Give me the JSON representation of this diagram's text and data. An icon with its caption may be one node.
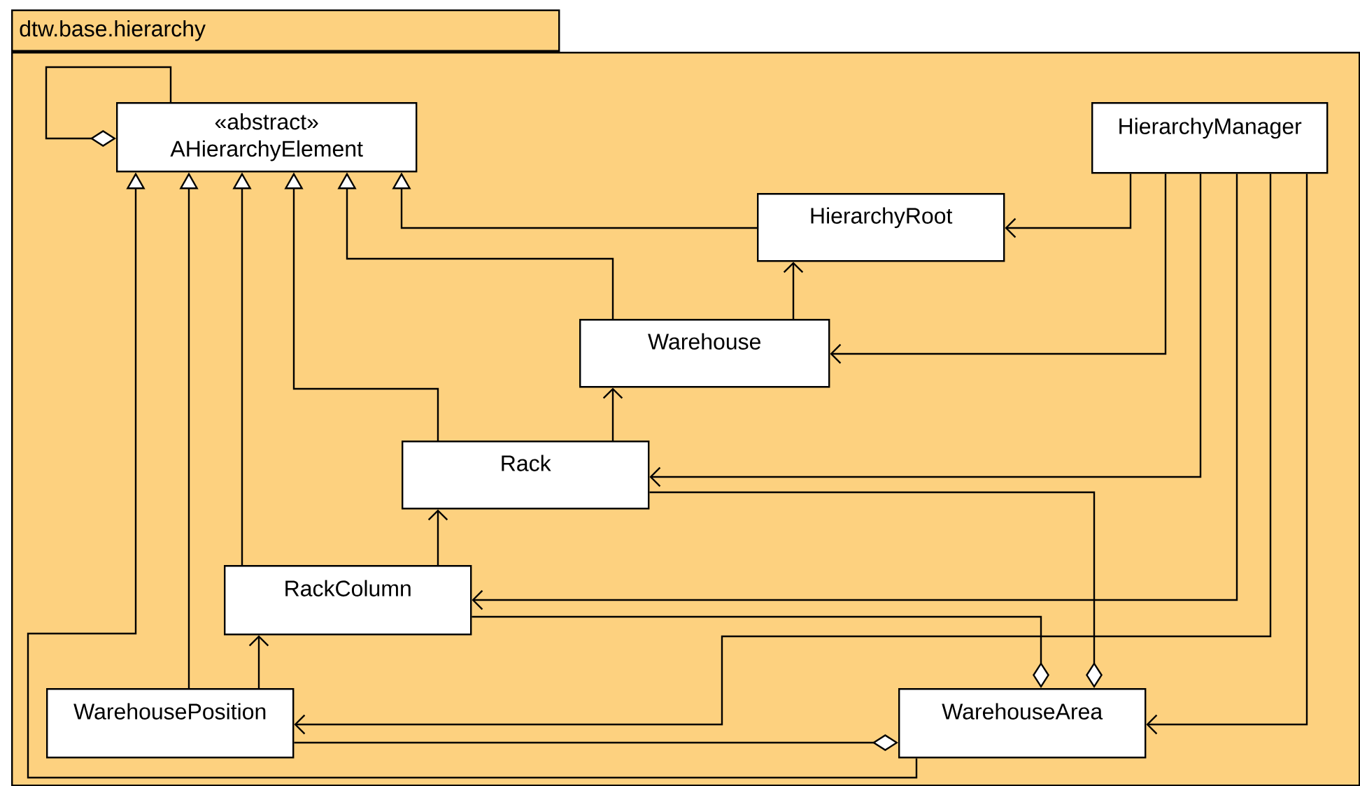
{
  "diagram": {
    "nodes": [
      {
        "text": [
          "dtw.base.hierarchy"
        ]
      },
      {
        "text": [
          "«abstract»",
          "AHierarchyElement"
        ],
        "in": 0
      },
      {
        "text": [
          "HierarchyManager"
        ],
        "in": 0
      },
      {
        "text": [
          "HierarchyRoot"
        ],
        "in": 0
      },
      {
        "text": [
          "Warehouse"
        ],
        "in": 0
      },
      {
        "text": [
          "Rack"
        ],
        "in": 0
      },
      {
        "text": [
          "RackColumn"
        ],
        "in": 0
      },
      {
        "text": [
          "WarehousePosition"
        ],
        "in": 0
      },
      {
        "text": [
          "WarehouseArea"
        ],
        "in": 0
      }
    ],
    "edges": [
      {
        "from": 1,
        "to": 1,
        "arrow": "other"
      },
      {
        "from": 8,
        "to": 1,
        "arrow": "to"
      },
      {
        "from": 7,
        "to": 1,
        "arrow": "to"
      },
      {
        "from": 6,
        "to": 1,
        "arrow": "to"
      },
      {
        "from": 5,
        "to": 1,
        "arrow": "to"
      },
      {
        "from": 4,
        "to": 1,
        "arrow": "to"
      },
      {
        "from": 3,
        "to": 1,
        "arrow": "to"
      },
      {
        "from": 4,
        "to": 3,
        "arrow": "to"
      },
      {
        "from": 5,
        "to": 4,
        "arrow": "to"
      },
      {
        "from": 6,
        "to": 5,
        "arrow": "to"
      },
      {
        "from": 7,
        "to": 6,
        "arrow": "to"
      },
      {
        "from": 2,
        "to": 3,
        "arrow": "to"
      },
      {
        "from": 2,
        "to": 4,
        "arrow": "to"
      },
      {
        "from": 2,
        "to": 5,
        "arrow": "to"
      },
      {
        "from": 2,
        "to": 6,
        "arrow": "to"
      },
      {
        "from": 2,
        "to": 7,
        "arrow": "to"
      },
      {
        "from": 2,
        "to": 8,
        "arrow": "to"
      },
      {
        "from": 8,
        "to": 5,
        "arrow": "other"
      },
      {
        "from": 8,
        "to": 6,
        "arrow": "other"
      },
      {
        "from": 8,
        "to": 7,
        "arrow": "other"
      }
    ]
  }
}
